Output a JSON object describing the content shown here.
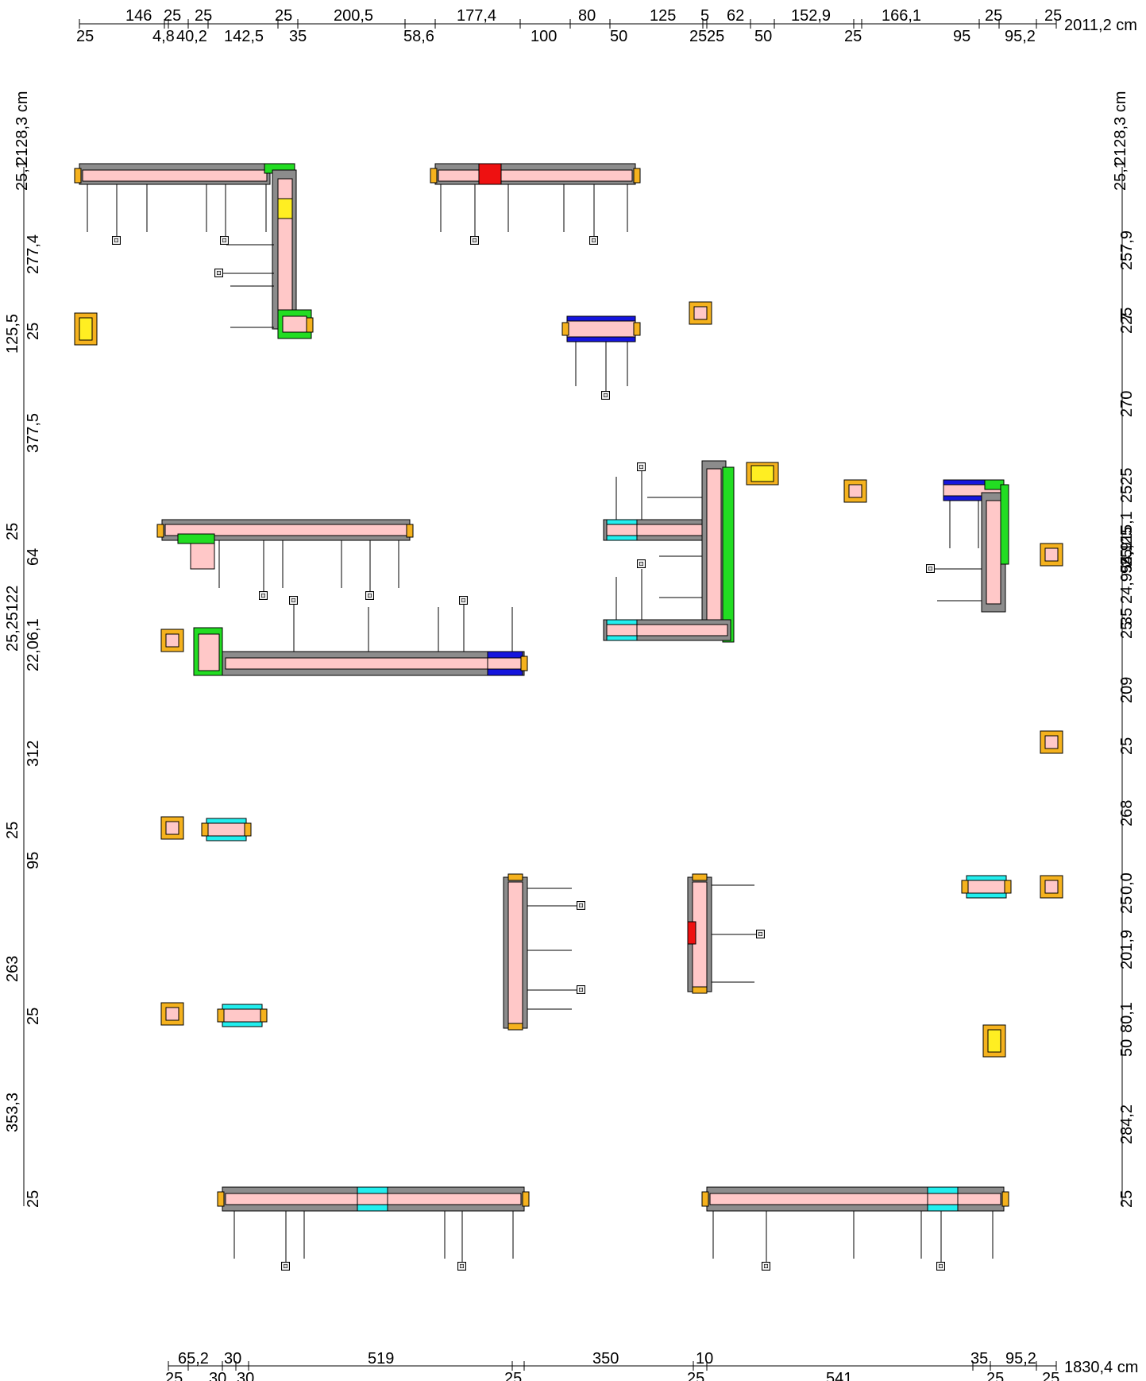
{
  "colors": {
    "pink": "#ffc8c8",
    "gray": "#8c8c8c",
    "orange": "#f5b21e",
    "green": "#22dd22",
    "yellow": "#ffee22",
    "red": "#ee1111",
    "blue": "#1515dd",
    "cyan": "#22eeee"
  },
  "top": {
    "row1": [
      "146",
      "25",
      "25",
      "25",
      "200,5",
      "177,4",
      "80",
      "125",
      "5",
      "62",
      "152,9",
      "166,1",
      "25",
      "25"
    ],
    "row2": [
      "25",
      "4,8",
      "40,2",
      "142,5",
      "35",
      "58,6",
      "100",
      "50",
      "25",
      "25",
      "50",
      "25",
      "95",
      "95,2"
    ],
    "total": "2011,2 cm"
  },
  "bottom": {
    "row1": [
      "65,2",
      "30",
      "519",
      "350",
      "10",
      "35",
      "95,2"
    ],
    "row2": [
      "25",
      "30",
      "30",
      "25",
      "25",
      "541",
      "25",
      "25"
    ],
    "total": "1830,4 cm"
  },
  "left": {
    "total": "2128,3 cm",
    "labels": [
      "25,1",
      "277,4",
      "125,5",
      "25",
      "377,5",
      "25",
      "64",
      "122",
      "25,25",
      "22,06,1",
      "312",
      "25",
      "95",
      "263",
      "25",
      "353,3",
      "25"
    ]
  },
  "right": {
    "total": "2128,3 cm",
    "labels": [
      "25,1",
      "257,9",
      "225",
      "7",
      "270",
      "2525",
      "25,25",
      "24,954,915,1",
      "95,1",
      "35",
      "25",
      "209",
      "25",
      "268",
      "0,0",
      "25",
      "201,9",
      "80,1",
      "50",
      "284,2",
      "25"
    ]
  }
}
